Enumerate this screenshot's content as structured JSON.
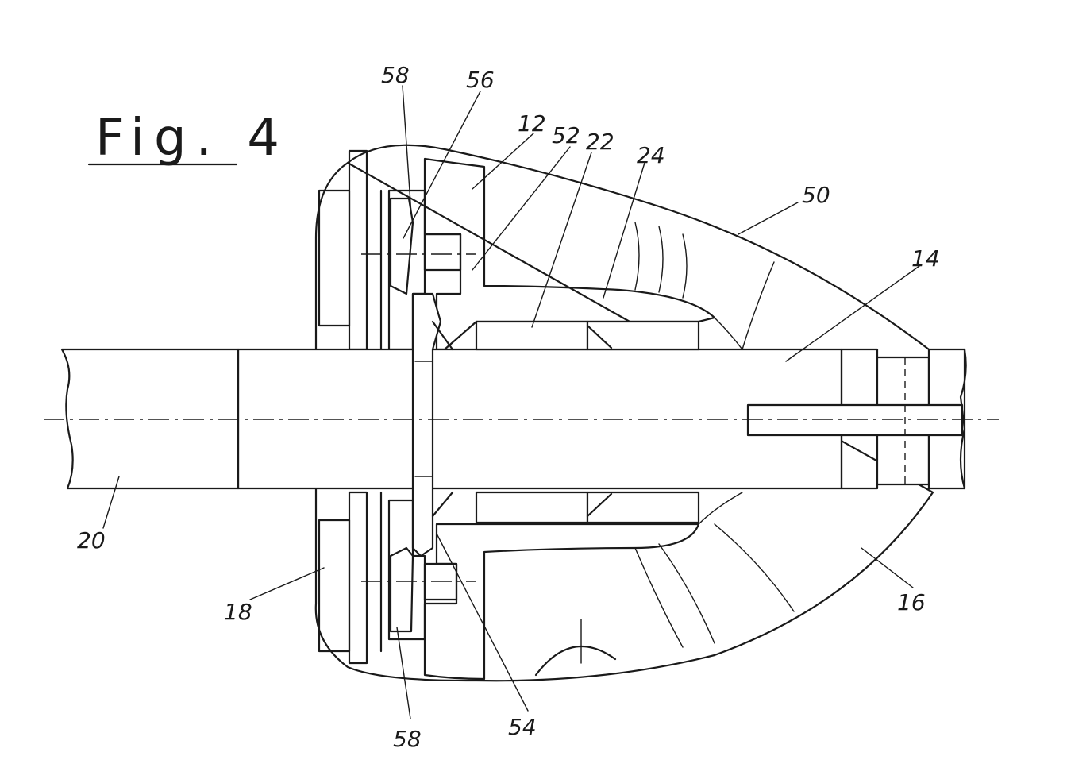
{
  "figure": {
    "title": "Fig. 4"
  },
  "labels": {
    "l58_top": "58",
    "l56": "56",
    "l12": "12",
    "l52": "52",
    "l22": "22",
    "l24": "24",
    "l50": "50",
    "l14": "14",
    "l20": "20",
    "l18": "18",
    "l16": "16",
    "l58_bottom": "58",
    "l54": "54"
  },
  "colors": {
    "ink": "#1a1a1a",
    "paper": "#ffffff"
  }
}
